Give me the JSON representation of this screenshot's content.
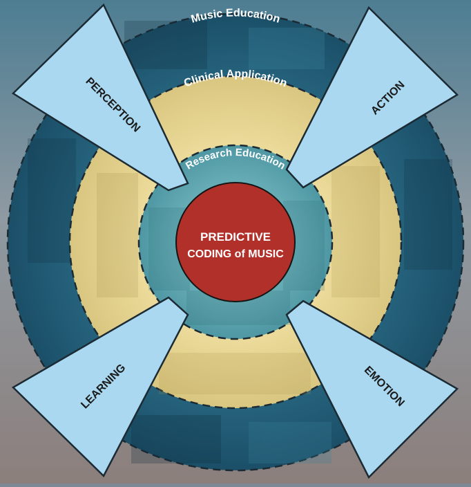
{
  "center": {
    "line1": "PREDICTIVE",
    "line2": "CODING of MUSIC"
  },
  "rings": {
    "outer": "Music Education",
    "middle": "Clinical Application",
    "inner": "Research Education"
  },
  "wedges": {
    "top_left": "PERCEPTION",
    "top_right": "ACTION",
    "bottom_left": "LEARNING",
    "bottom_right": "EMOTION"
  },
  "colors": {
    "background": "#7d8a95",
    "outer_ring": "#1f5c77",
    "middle_ring": "#e8d58e",
    "inner_ring": "#5aa6b0",
    "core": "#b1302a",
    "wedge": "#a9d8f0",
    "wedge_stroke": "#1b2a33"
  }
}
